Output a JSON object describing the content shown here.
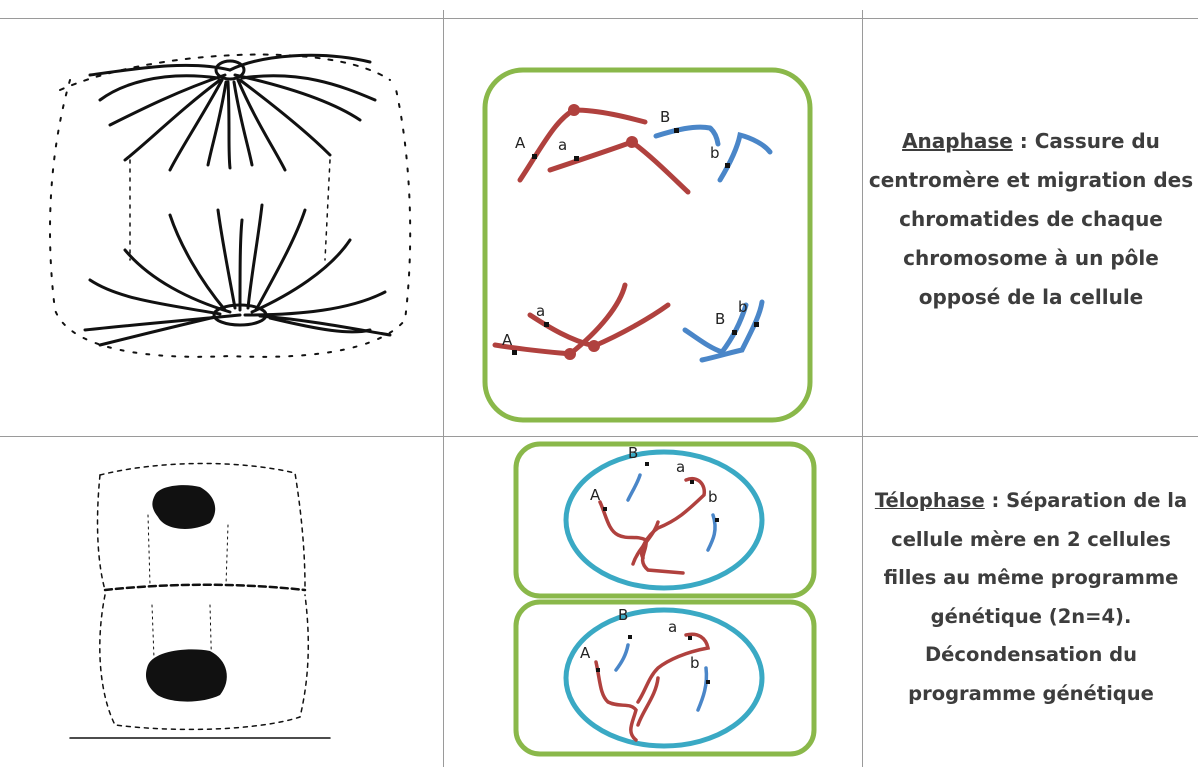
{
  "rows": [
    {
      "phase_title": "Anaphase",
      "phase_desc": " : Cassure du centromère et migration des chromatides de chaque chromosome à un pôle opposé de la cellule",
      "labels": {
        "A_top": "A",
        "a_top": "a",
        "B_top": "B",
        "b_top": "b",
        "A_bot": "A",
        "a_bot": "a",
        "B_bot": "B",
        "b_bot": "b"
      }
    },
    {
      "phase_title": "Télophase",
      "phase_desc": " : Séparation de la cellule mère en 2 cellules filles au même programme génétique (2n=4). Décondensation du programme génétique",
      "labels": {
        "A1": "A",
        "a1": "a",
        "B1": "B",
        "b1": "b",
        "A2": "A",
        "a2": "a",
        "B2": "B",
        "b2": "b"
      }
    }
  ],
  "colors": {
    "cell_border": "#8ab84a",
    "nucleus_border": "#3aa9c4",
    "maternal_chromosome": "#b0413e",
    "paternal_chromosome": "#4a86c8",
    "grid_line": "#9a9a9a",
    "text": "#3d3d3d"
  }
}
